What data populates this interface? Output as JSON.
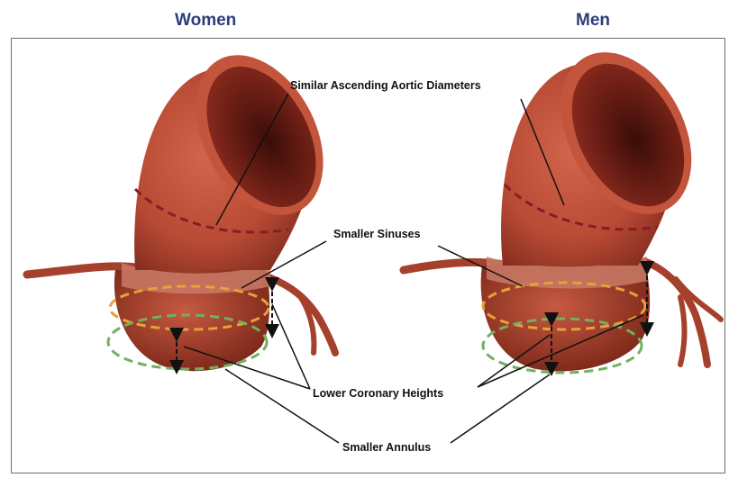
{
  "titles": {
    "women": "Women",
    "men": "Men"
  },
  "labels": {
    "ascending": "Similar Ascending Aortic Diameters",
    "sinuses": "Smaller Sinuses",
    "coronary": "Lower Coronary Heights",
    "annulus": "Smaller Annulus"
  },
  "colors": {
    "title": "#2c3e7a",
    "aorta": "#b84a35",
    "aorta_dark": "#7a1f14",
    "sinus_dash": "#e8a13a",
    "annulus_dash": "#72b060",
    "ascending_dash": "#8b1a24"
  }
}
